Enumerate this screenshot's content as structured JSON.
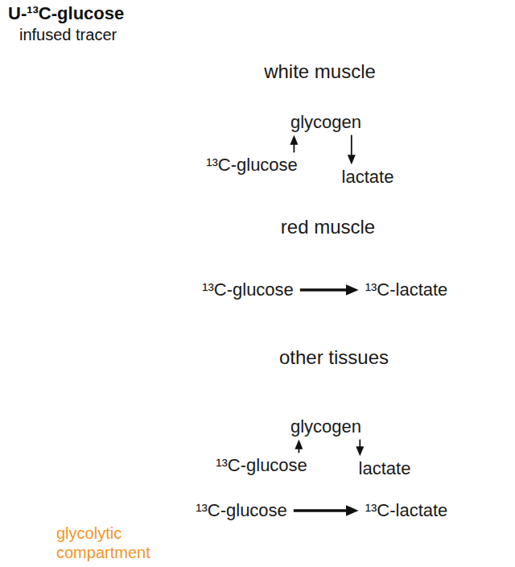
{
  "diagram": {
    "nodes": [
      {
        "text": [
          "white muscle"
        ]
      },
      {
        "text": [
          "glycogen"
        ],
        "in": 0
      },
      {
        "text": [
          "¹³C-glucose"
        ],
        "in": 0
      },
      {
        "text": [
          "lactate"
        ],
        "in": 0
      },
      {
        "text": [
          "red muscle"
        ]
      },
      {
        "text": [
          "¹³C-glucose"
        ],
        "in": 4
      },
      {
        "text": [
          "¹³C-lactate"
        ],
        "in": 4
      },
      {
        "text": [
          "other tissues"
        ]
      },
      {
        "text": [
          "glycogen"
        ],
        "in": 7
      },
      {
        "text": [
          "¹³C-glucose"
        ],
        "in": 7
      },
      {
        "text": [
          "lactate"
        ],
        "in": 7
      },
      {
        "text": [
          "glycolytic compartment"
        ],
        "in": 7
      },
      {
        "text": [
          "¹³C-glucose"
        ],
        "in": 11
      },
      {
        "text": [
          "¹³C-lactate"
        ],
        "in": 11
      }
    ],
    "edges": [
      {
        "from": 2,
        "to": 1,
        "arrow": "to"
      },
      {
        "from": 1,
        "to": 3,
        "arrow": "to"
      },
      {
        "from": 5,
        "to": 6,
        "arrow": "to"
      },
      {
        "from": 9,
        "to": 8,
        "arrow": "to"
      },
      {
        "from": 8,
        "to": 10,
        "arrow": "to"
      },
      {
        "from": 12,
        "to": 13,
        "arrow": "to"
      }
    ],
    "labels": [
      "U-¹³C-glucose",
      "infused tracer"
    ]
  }
}
